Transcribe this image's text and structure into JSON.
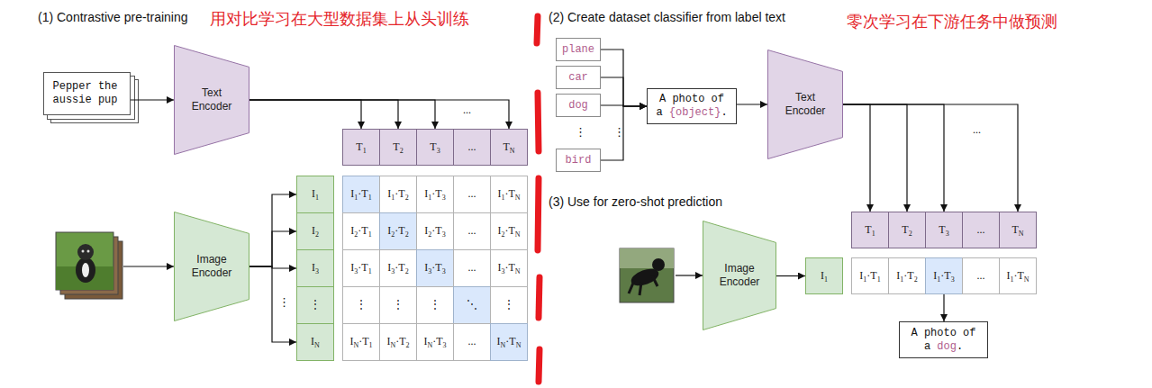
{
  "diagram": {
    "nodes": [
      {
        "text": [
          "Pepper the aussie pup"
        ]
      },
      {
        "text": [
          "Text Encoder"
        ]
      },
      {
        "text": [
          "T1"
        ]
      },
      {
        "text": [
          "T2"
        ]
      },
      {
        "text": [
          "T3"
        ]
      },
      {
        "text": [
          "..."
        ]
      },
      {
        "text": [
          "TN"
        ]
      },
      {
        "text": [
          "Image Encoder"
        ]
      },
      {
        "text": [
          "I1"
        ]
      },
      {
        "text": [
          "I2"
        ]
      },
      {
        "text": [
          "I3"
        ]
      },
      {
        "text": [
          "⋮"
        ]
      },
      {
        "text": [
          "IN"
        ]
      },
      {
        "text": [
          "I1·T1"
        ]
      },
      {
        "text": [
          "I1·T2"
        ]
      },
      {
        "text": [
          "I1·T3"
        ]
      },
      {
        "text": [
          "..."
        ]
      },
      {
        "text": [
          "I1·TN"
        ]
      },
      {
        "text": [
          "I2·T1"
        ]
      },
      {
        "text": [
          "I2·T2"
        ]
      },
      {
        "text": [
          "I2·T3"
        ]
      },
      {
        "text": [
          "..."
        ]
      },
      {
        "text": [
          "I2·TN"
        ]
      },
      {
        "text": [
          "I3·T1"
        ]
      },
      {
        "text": [
          "I3·T2"
        ]
      },
      {
        "text": [
          "I3·T3"
        ]
      },
      {
        "text": [
          "..."
        ]
      },
      {
        "text": [
          "I3·TN"
        ]
      },
      {
        "text": [
          "⋮"
        ]
      },
      {
        "text": [
          "⋮"
        ]
      },
      {
        "text": [
          "⋮"
        ]
      },
      {
        "text": [
          "⋱"
        ]
      },
      {
        "text": [
          "⋮"
        ]
      },
      {
        "text": [
          "IN·T1"
        ]
      },
      {
        "text": [
          "IN·T2"
        ]
      },
      {
        "text": [
          "IN·T3"
        ]
      },
      {
        "text": [
          "..."
        ]
      },
      {
        "text": [
          "IN·TN"
        ]
      },
      {
        "text": [
          "plane"
        ]
      },
      {
        "text": [
          "car"
        ]
      },
      {
        "text": [
          "dog"
        ]
      },
      {
        "text": [
          "bird"
        ]
      },
      {
        "text": [
          "A photo of a {object}."
        ]
      },
      {
        "text": [
          "Text Encoder"
        ]
      },
      {
        "text": [
          "T1"
        ]
      },
      {
        "text": [
          "T2"
        ]
      },
      {
        "text": [
          "T3"
        ]
      },
      {
        "text": [
          "..."
        ]
      },
      {
        "text": [
          "TN"
        ]
      },
      {
        "text": [
          "Image Encoder"
        ]
      },
      {
        "text": [
          "I1"
        ]
      },
      {
        "text": [
          "I1·T1"
        ]
      },
      {
        "text": [
          "I1·T2"
        ]
      },
      {
        "text": [
          "I1·T3"
        ]
      },
      {
        "text": [
          "..."
        ]
      },
      {
        "text": [
          "I1·TN"
        ]
      },
      {
        "text": [
          "A photo of a dog."
        ]
      }
    ],
    "edges": [
      {
        "from": 0,
        "to": 1,
        "arrow": "to"
      },
      {
        "from": 1,
        "to": 2,
        "arrow": "to"
      },
      {
        "from": 1,
        "to": 3,
        "arrow": "to"
      },
      {
        "from": 1,
        "to": 4,
        "arrow": "to"
      },
      {
        "from": 1,
        "to": 6,
        "arrow": "to"
      },
      {
        "from": 7,
        "to": 8,
        "arrow": "to"
      },
      {
        "from": 7,
        "to": 9,
        "arrow": "to"
      },
      {
        "from": 7,
        "to": 10,
        "arrow": "to"
      },
      {
        "from": 7,
        "to": 12,
        "arrow": "to"
      },
      {
        "from": 38,
        "to": 42,
        "arrow": "to"
      },
      {
        "from": 39,
        "to": 42,
        "arrow": "to"
      },
      {
        "from": 40,
        "to": 42,
        "arrow": "to"
      },
      {
        "from": 41,
        "to": 42,
        "arrow": "to"
      },
      {
        "from": 42,
        "to": 43,
        "arrow": "to"
      },
      {
        "from": 43,
        "to": 44,
        "arrow": "to"
      },
      {
        "from": 43,
        "to": 45,
        "arrow": "to"
      },
      {
        "from": 43,
        "to": 46,
        "arrow": "to"
      },
      {
        "from": 43,
        "to": 48,
        "arrow": "to"
      },
      {
        "from": 49,
        "to": 50,
        "arrow": "to"
      },
      {
        "from": 53,
        "to": 56,
        "arrow": "to"
      }
    ],
    "labels": [
      "(1) Contrastive pre-training",
      "用对比学习在大型数据集上从头训练",
      "(2) Create dataset classifier from label text",
      "零次学习在下游任务中做预测",
      "(3) Use for zero-shot prediction",
      "...",
      "⋮",
      "⋮",
      "⋮",
      "..."
    ]
  }
}
